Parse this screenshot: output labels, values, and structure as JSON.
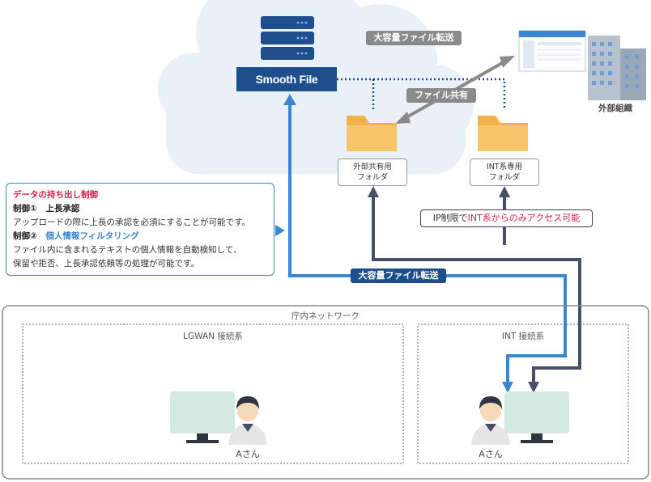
{
  "cloud": {
    "brand": "Smooth File",
    "transfer_top": "大容量ファイル転送",
    "share_label": "ファイル共有"
  },
  "external_org": {
    "label": "外部組織"
  },
  "folders": [
    {
      "line1": "外部共有用",
      "line2": "フォルダ"
    },
    {
      "line1": "INT系専用",
      "line2": "フォルダ"
    }
  ],
  "ip_restriction": {
    "prefix": "IP制限で",
    "highlight": "INT系からのみアクセス可能"
  },
  "control_box": {
    "title": "データの持ち出し制御",
    "c1_label": "制御①　上長承認",
    "c1_text": "アップロードの際に上長の承認を必須にすることが可能です。",
    "c2_label": "制御②",
    "c2_title": "個人情報フィルタリング",
    "c2_text1": "ファイル内に含まれるテキストの個人情報を自動検知して、",
    "c2_text2": "保留や拒否、上長承認依頼等の処理が可能です。"
  },
  "transfer_bottom": "大容量ファイル転送",
  "network": {
    "title": "庁内ネットワーク",
    "lgwan": "LGWAN 接続系",
    "int": "INT 接続系",
    "user_left": "Aさん",
    "user_right": "Aさん"
  },
  "colors": {
    "accent_blue": "#3a86d0",
    "navy": "#1f4e8c",
    "dark_line": "#4a4e69",
    "red": "#d0234e",
    "gray_tag": "#8a8a8a",
    "cloud": "#eaf0f8",
    "folder": "#f2b24c",
    "monitor": "#d3e9e2"
  }
}
